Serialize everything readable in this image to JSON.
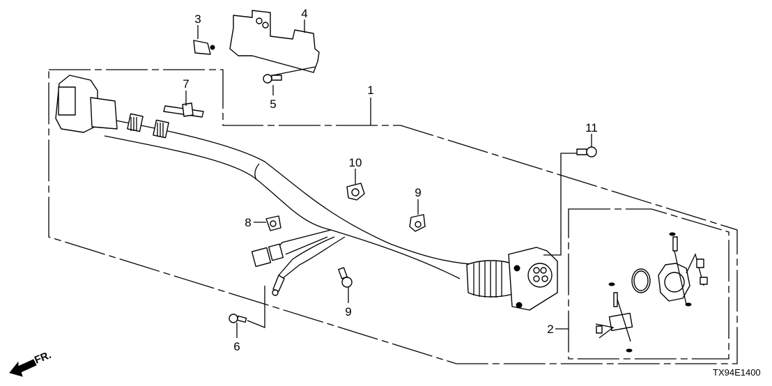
{
  "diagram": {
    "type": "exploded-parts-diagram",
    "drawing_code": "TX94E1400",
    "direction_indicator": "FR.",
    "callouts": [
      {
        "id": "1",
        "label": "1"
      },
      {
        "id": "2",
        "label": "2"
      },
      {
        "id": "3",
        "label": "3"
      },
      {
        "id": "4",
        "label": "4"
      },
      {
        "id": "5",
        "label": "5"
      },
      {
        "id": "6",
        "label": "6"
      },
      {
        "id": "7",
        "label": "7"
      },
      {
        "id": "8",
        "label": "8"
      },
      {
        "id": "9a",
        "label": "9"
      },
      {
        "id": "9b",
        "label": "9"
      },
      {
        "id": "10",
        "label": "10"
      },
      {
        "id": "11",
        "label": "11"
      }
    ]
  }
}
